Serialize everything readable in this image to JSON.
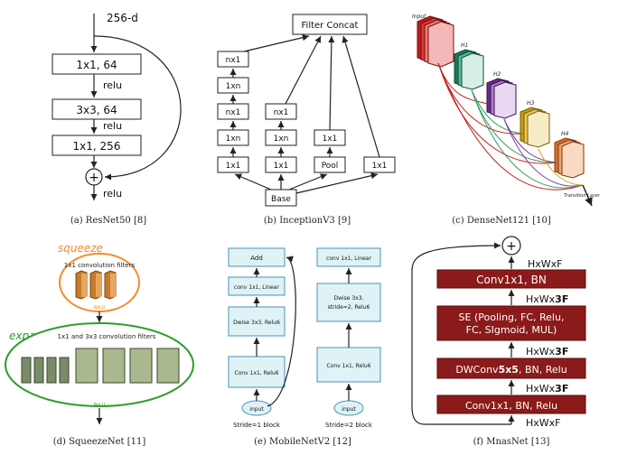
{
  "resnet": {
    "input": "256-d",
    "layers": [
      "1x1, 64",
      "3x3, 64",
      "1x1, 256"
    ],
    "relu": "relu",
    "plus": "+",
    "caption": "(a) ResNet50 [8]"
  },
  "inception": {
    "top": "Filter Concat",
    "col1": [
      "nx1",
      "1xn",
      "nx1",
      "1xn",
      "1x1"
    ],
    "col2": [
      "nx1",
      "1xn",
      "1x1"
    ],
    "col3": [
      "1x1",
      "Pool"
    ],
    "col4": [
      "1x1"
    ],
    "base": "Base",
    "caption": "(b) InceptionV3 [9]"
  },
  "densenet": {
    "input_label": "Input",
    "block_labels": [
      "H1",
      "H2",
      "H3",
      "H4"
    ],
    "output_label": "Transition Layer",
    "caption": "(c) DenseNet121 [10]"
  },
  "squeeze": {
    "squeeze_label": "squeeze",
    "squeeze_filters": "1x1 convolution filters",
    "expand_label": "expand",
    "expand_filters": "1x1 and 3x3 convolution filters",
    "relu": "ReLU",
    "caption": "(d) SqueezeNet [11]"
  },
  "mobilenet": {
    "block1": [
      "Add",
      "conv 1x1, Linear",
      "Dwise 3x3, Relu6",
      "Conv 1x1, Relu6"
    ],
    "block1_input": "input",
    "block1_caption": "Stride=1 block",
    "block2": [
      "conv 1x1, Linear",
      "Dwise 3x3,\nstride=2, Relu6",
      "Conv 1x1, Relu6"
    ],
    "block2_input": "input",
    "block2_caption": "Stride=2 block",
    "caption": "(e) MobileNetV2 [12]"
  },
  "mnasnet": {
    "plus": "+",
    "layers": [
      "Conv1x1, BN",
      "SE (Pooling, FC, Relu,\nFC, SIgmoid, MUL)",
      "DWConv5x5, BN, Relu",
      "Conv1x1, BN, Relu"
    ],
    "dims": [
      "HxWxF",
      "HxWx3F",
      "HxWx3F",
      "HxWx3F",
      "HxWxF"
    ],
    "caption": "(f) MnasNet [13]"
  },
  "colors": {
    "mobile_fill": "#dff3f7",
    "mobile_stroke": "#4a90b8",
    "mnas_fill": "#8b1a1a",
    "squeeze_orange": "#f28c28",
    "expand_green": "#2e9e2e"
  }
}
